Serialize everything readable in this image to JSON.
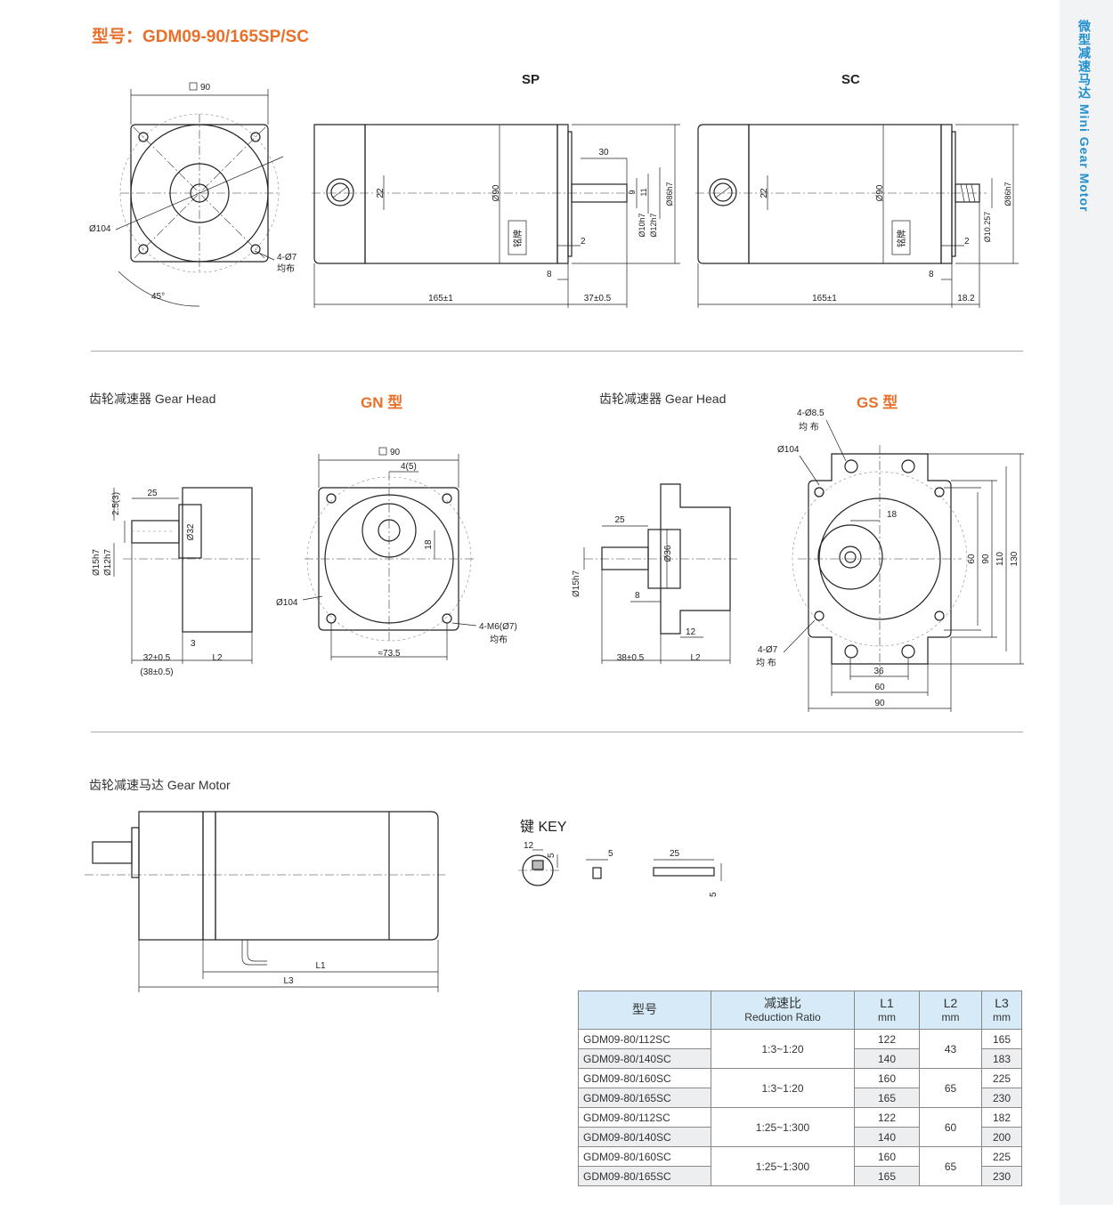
{
  "header": {
    "title": "型号：GDM09-90/165SP/SC"
  },
  "sidebar": {
    "label": "微型减速马达 Mini Gear Motor"
  },
  "motor_drawing": {
    "views": [
      "SP",
      "SC"
    ],
    "front_dims": [
      "90",
      "Ø104",
      "4-Ø7",
      "均布",
      "45°"
    ],
    "sp_dims": [
      "22",
      "Ø90",
      "30",
      "9",
      "11",
      "Ø10h7",
      "Ø12h7",
      "Ø86h7",
      "2",
      "8",
      "165±1",
      "37±0.5"
    ],
    "sc_dims": [
      "22",
      "Ø90",
      "Ø10.257",
      "Ø86h7",
      "2",
      "8",
      "165±1",
      "18.2"
    ],
    "nameplate": "铭牌"
  },
  "gear_head_gn": {
    "section_label": "齿轮减速器 Gear Head",
    "type": "GN 型",
    "dims": [
      "25",
      "2.5(3)",
      "Ø32",
      "Ø15h7",
      "Ø12h7",
      "3",
      "32±0.5",
      "(38±0.5)",
      "L2",
      "90",
      "4(5)",
      "18",
      "Ø104",
      "4-M6(Ø7)",
      "均布",
      "≈73.5"
    ]
  },
  "gear_head_gs": {
    "section_label": "齿轮减速器 Gear Head",
    "type": "GS 型",
    "dims": [
      "25",
      "Ø36",
      "Ø15h7",
      "8",
      "12",
      "38±0.5",
      "L2",
      "4-Ø8.5",
      "均 布",
      "Ø104",
      "18",
      "60",
      "90",
      "110",
      "130",
      "4-Ø7",
      "均 布",
      "36",
      "60",
      "90"
    ]
  },
  "gear_motor": {
    "section_label": "齿轮减速马达 Gear Motor",
    "dims": [
      "L1",
      "L3"
    ]
  },
  "key": {
    "label": "键 KEY",
    "dims": [
      "12",
      "5",
      "5",
      "25",
      "5"
    ]
  },
  "spec_table": {
    "headers": [
      {
        "main": "型号",
        "sub": ""
      },
      {
        "main": "减速比",
        "sub": "Reduction Ratio"
      },
      {
        "main": "L1",
        "sub": "mm"
      },
      {
        "main": "L2",
        "sub": "mm"
      },
      {
        "main": "L3",
        "sub": "mm"
      }
    ],
    "groups": [
      {
        "ratio": "1:3~1:20",
        "l2": "43",
        "rows": [
          {
            "model": "GDM09-80/112SC",
            "l1": "122",
            "l3": "165"
          },
          {
            "model": "GDM09-80/140SC",
            "l1": "140",
            "l3": "183"
          }
        ]
      },
      {
        "ratio": "1:3~1:20",
        "l2": "65",
        "rows": [
          {
            "model": "GDM09-80/160SC",
            "l1": "160",
            "l3": "225"
          },
          {
            "model": "GDM09-80/165SC",
            "l1": "165",
            "l3": "230"
          }
        ]
      },
      {
        "ratio": "1:25~1:300",
        "l2": "60",
        "rows": [
          {
            "model": "GDM09-80/112SC",
            "l1": "122",
            "l3": "182"
          },
          {
            "model": "GDM09-80/140SC",
            "l1": "140",
            "l3": "200"
          }
        ]
      },
      {
        "ratio": "1:25~1:300",
        "l2": "65",
        "rows": [
          {
            "model": "GDM09-80/160SC",
            "l1": "160",
            "l3": "225"
          },
          {
            "model": "GDM09-80/165SC",
            "l1": "165",
            "l3": "230"
          }
        ]
      }
    ]
  }
}
